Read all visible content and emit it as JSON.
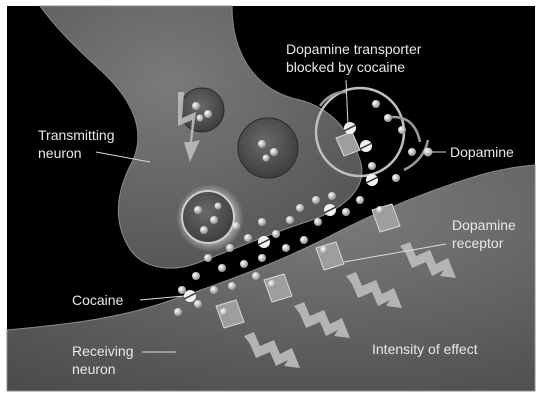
{
  "labels": {
    "transmitting_neuron": [
      "Transmitting",
      "neuron"
    ],
    "receiving_neuron": [
      "Receiving",
      "neuron"
    ],
    "transporter": [
      "Dopamine transporter",
      "blocked by cocaine"
    ],
    "dopamine": "Dopamine",
    "receptor": [
      "Dopamine",
      "receptor"
    ],
    "cocaine": "Cocaine",
    "intensity": "Intensity of effect"
  },
  "colors": {
    "background": "#000000",
    "neuron_fill": "#5f5f5f",
    "neuron_edge": "#8a8a8a",
    "vesicle": "#4a4a4a",
    "molecule": "#c9c9c9",
    "cocaine_molecule": "#f2f2f2",
    "arrow": "#bdbdbd",
    "label_text": "#e8e8e8",
    "leader_line": "#dcdcdc"
  }
}
